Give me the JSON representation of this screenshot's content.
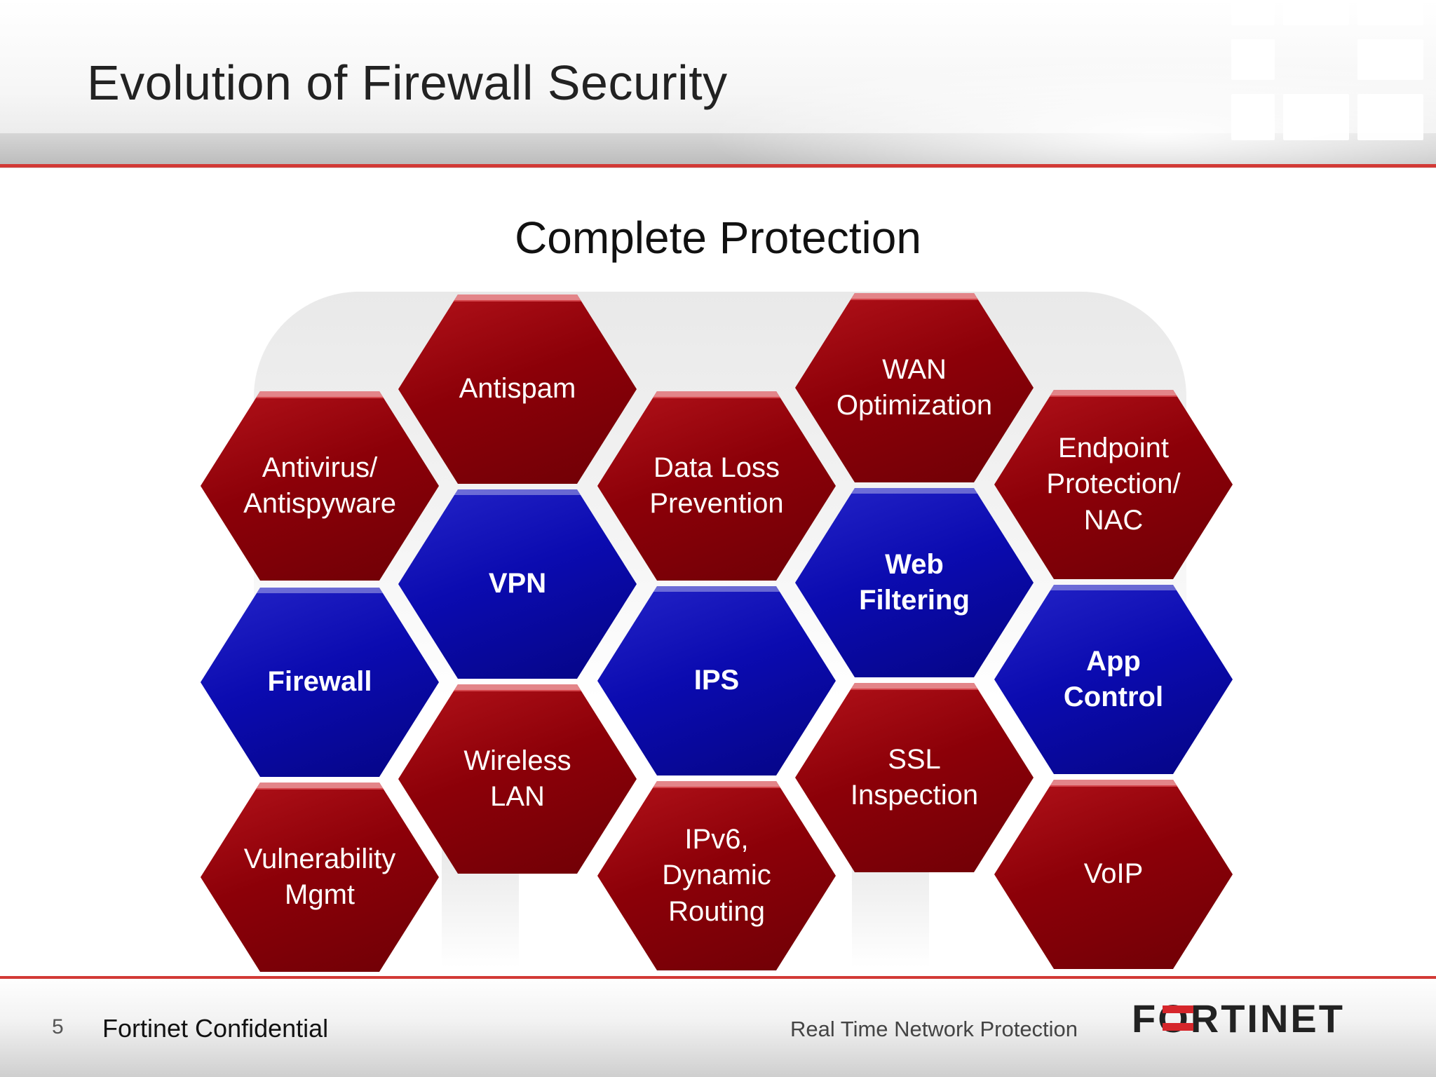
{
  "slide": {
    "title": "Evolution of Firewall Security",
    "subtitle": "Complete Protection"
  },
  "hexagons": [
    {
      "id": "antispam",
      "label_lines": [
        "Antispam"
      ],
      "color": "red"
    },
    {
      "id": "wan",
      "label_lines": [
        "WAN",
        "Optimization"
      ],
      "color": "red"
    },
    {
      "id": "antivirus",
      "label_lines": [
        "Antivirus/",
        "Antispyware"
      ],
      "color": "red"
    },
    {
      "id": "dlp",
      "label_lines": [
        "Data Loss",
        "Prevention"
      ],
      "color": "red"
    },
    {
      "id": "endpoint",
      "label_lines": [
        "Endpoint",
        "Protection/",
        "NAC"
      ],
      "color": "red"
    },
    {
      "id": "vpn",
      "label_lines": [
        "VPN"
      ],
      "color": "blue"
    },
    {
      "id": "web",
      "label_lines": [
        "Web",
        "Filtering"
      ],
      "color": "blue"
    },
    {
      "id": "firewall",
      "label_lines": [
        "Firewall"
      ],
      "color": "blue"
    },
    {
      "id": "ips",
      "label_lines": [
        "IPS"
      ],
      "color": "blue"
    },
    {
      "id": "app",
      "label_lines": [
        "App",
        "Control"
      ],
      "color": "blue"
    },
    {
      "id": "wireless",
      "label_lines": [
        "Wireless",
        "LAN"
      ],
      "color": "red"
    },
    {
      "id": "ssl",
      "label_lines": [
        "SSL",
        "Inspection"
      ],
      "color": "red"
    },
    {
      "id": "vuln",
      "label_lines": [
        "Vulnerability",
        "Mgmt"
      ],
      "color": "red"
    },
    {
      "id": "ipv6",
      "label_lines": [
        "IPv6,",
        "Dynamic",
        "Routing"
      ],
      "color": "red"
    },
    {
      "id": "voip",
      "label_lines": [
        "VoIP"
      ],
      "color": "red"
    }
  ],
  "footer": {
    "page_number": "5",
    "confidential": "Fortinet Confidential",
    "tagline": "Real Time Network Protection",
    "brand": "FORTINET"
  },
  "colors": {
    "hex_red": "#8c0008",
    "hex_blue": "#0b0bb0",
    "accent_rule": "#d23a36"
  }
}
